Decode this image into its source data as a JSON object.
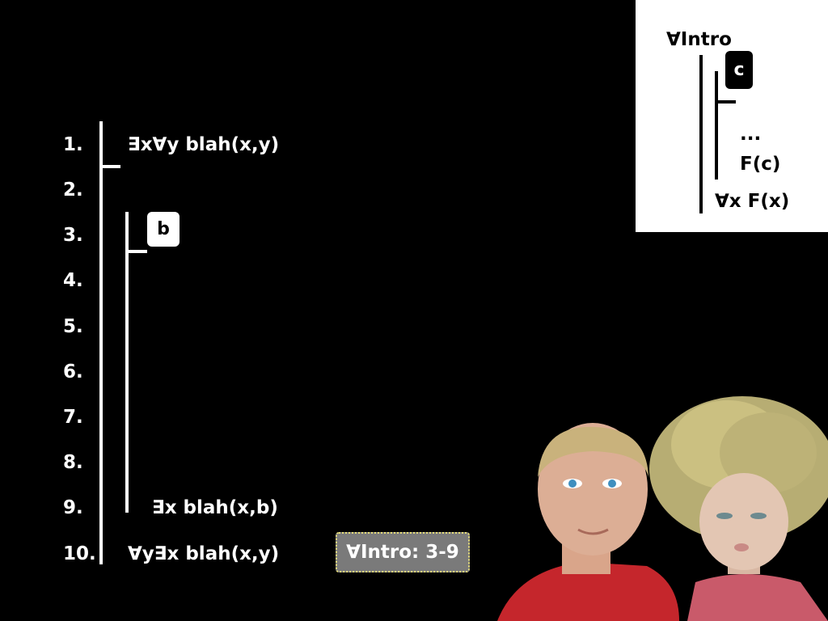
{
  "proof": {
    "line_numbers": [
      "1.",
      "2.",
      "3.",
      "4.",
      "5.",
      "6.",
      "7.",
      "8.",
      "9.",
      "10."
    ],
    "premise": "∃x∀y blah(x,y)",
    "subproof_constant": "b",
    "subproof_conclusion": "∃x blah(x,b)",
    "conclusion": "∀y∃x blah(x,y)",
    "justification": "∀Intro: 3-9"
  },
  "rule_card": {
    "title": "∀Intro",
    "constant": "c",
    "ellipsis": "...",
    "inner_formula": "F(c)",
    "conclusion": "∀x F(x)"
  },
  "colors": {
    "background": "#000000",
    "text": "#ffffff",
    "justification_bg": "#7a7a7a",
    "justification_border": "#e6dd7a"
  }
}
